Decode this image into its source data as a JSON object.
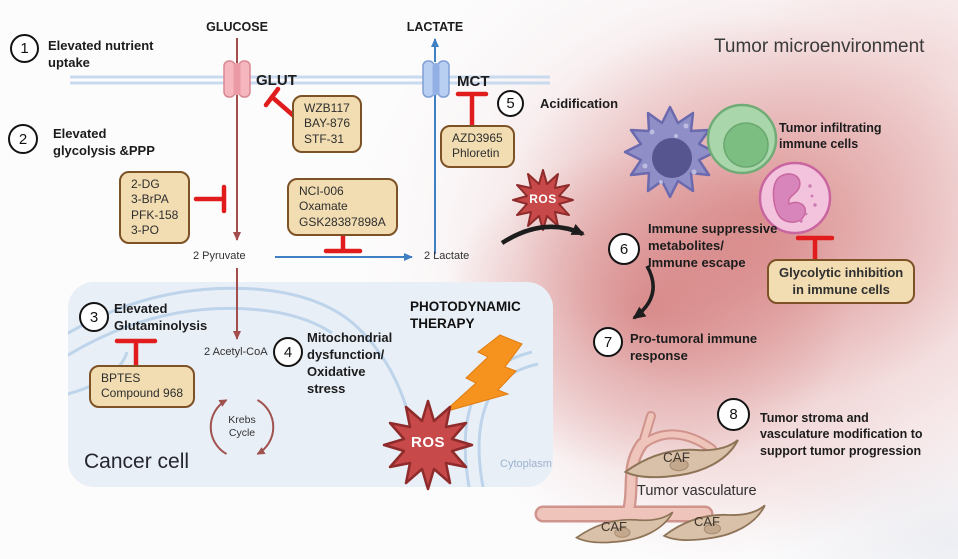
{
  "title": "Tumor microenvironment",
  "steps": [
    {
      "num": "1",
      "label": "Elevated nutrient\nuptake"
    },
    {
      "num": "2",
      "label": "Elevated\nglycolysis &PPP"
    },
    {
      "num": "3",
      "label": "Elevated\nGlutaminolysis"
    },
    {
      "num": "4",
      "label": "Mitochondrial\ndysfunction/\nOxidative\nstress"
    },
    {
      "num": "5",
      "label": "Acidification"
    },
    {
      "num": "6",
      "label": "Immune suppressive\nmetabolites/\nImmune escape"
    },
    {
      "num": "7",
      "label": "Pro-tumoral immune\nresponse"
    },
    {
      "num": "8",
      "label": "Tumor stroma and\nvasculature modification to\nsupport tumor progression"
    }
  ],
  "metabolites": {
    "glucose": "GLUCOSE",
    "lactate": "LACTATE",
    "glut": "GLUT",
    "mct": "MCT",
    "pyruvate": "2 Pyruvate",
    "lactate_out": "2 Lactate",
    "acetyl_coa": "2 Acetyl-CoA",
    "krebs_cycle": "Krebs\nCycle"
  },
  "inhibitor_boxes": {
    "glut": "WZB117\nBAY-876\nSTF-31",
    "glycolysis": "2-DG\n3-BrPA\nPFK-158\n3-PO",
    "ldh": "NCI-006\nOxamate\nGSK28387898A",
    "mct": "AZD3965\nPhloretin",
    "glutaminolysis": "BPTES\nCompound 968",
    "immune_cells": "Glycolytic inhibition\nin immune cells"
  },
  "labels": {
    "cancer_cell": "Cancer cell",
    "cytoplasm": "Cytoplasm",
    "ros": "ROS",
    "photodynamic_therapy": "PHOTODYNAMIC\nTHERAPY",
    "tumor_infiltrating": "Tumor infiltrating\nimmune cells",
    "tumor_vasculature": "Tumor vasculature",
    "caf": "CAF"
  },
  "colors": {
    "inhibitor_red": "#e11c1c",
    "box_fill": "#f2ddb2",
    "box_border": "#7d5226",
    "ros_fill": "#c8494a",
    "glucose_arrow": "#a34d4d",
    "lactate_arrow": "#3f7fc4",
    "membrane_blue": "#c9daee",
    "lightning_orange": "#f6921e",
    "tme_red": "#c45050"
  }
}
